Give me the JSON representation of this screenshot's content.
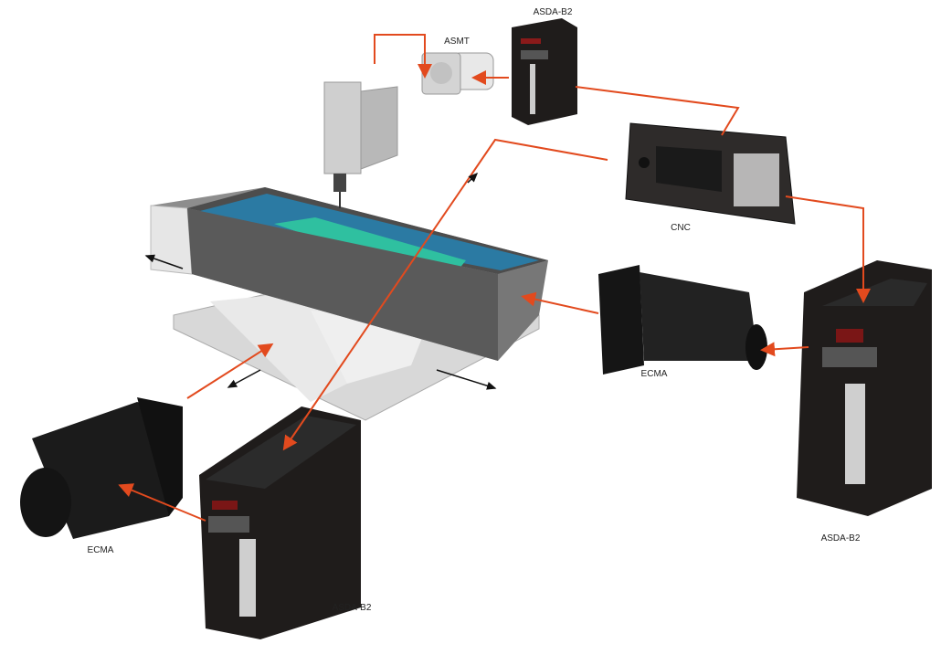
{
  "labels": {
    "top_drive": "ASDA-B2",
    "spindle_motor": "ASMT",
    "controller": "CNC",
    "right_motor": "ECMA",
    "right_drive": "ASDA-B2",
    "left_motor": "ECMA",
    "left_drive": "ASDA-B2"
  },
  "colors": {
    "wire": "#e24a1e",
    "workpiece": "#2fc0a0",
    "coolant": "#1f6f9a"
  }
}
